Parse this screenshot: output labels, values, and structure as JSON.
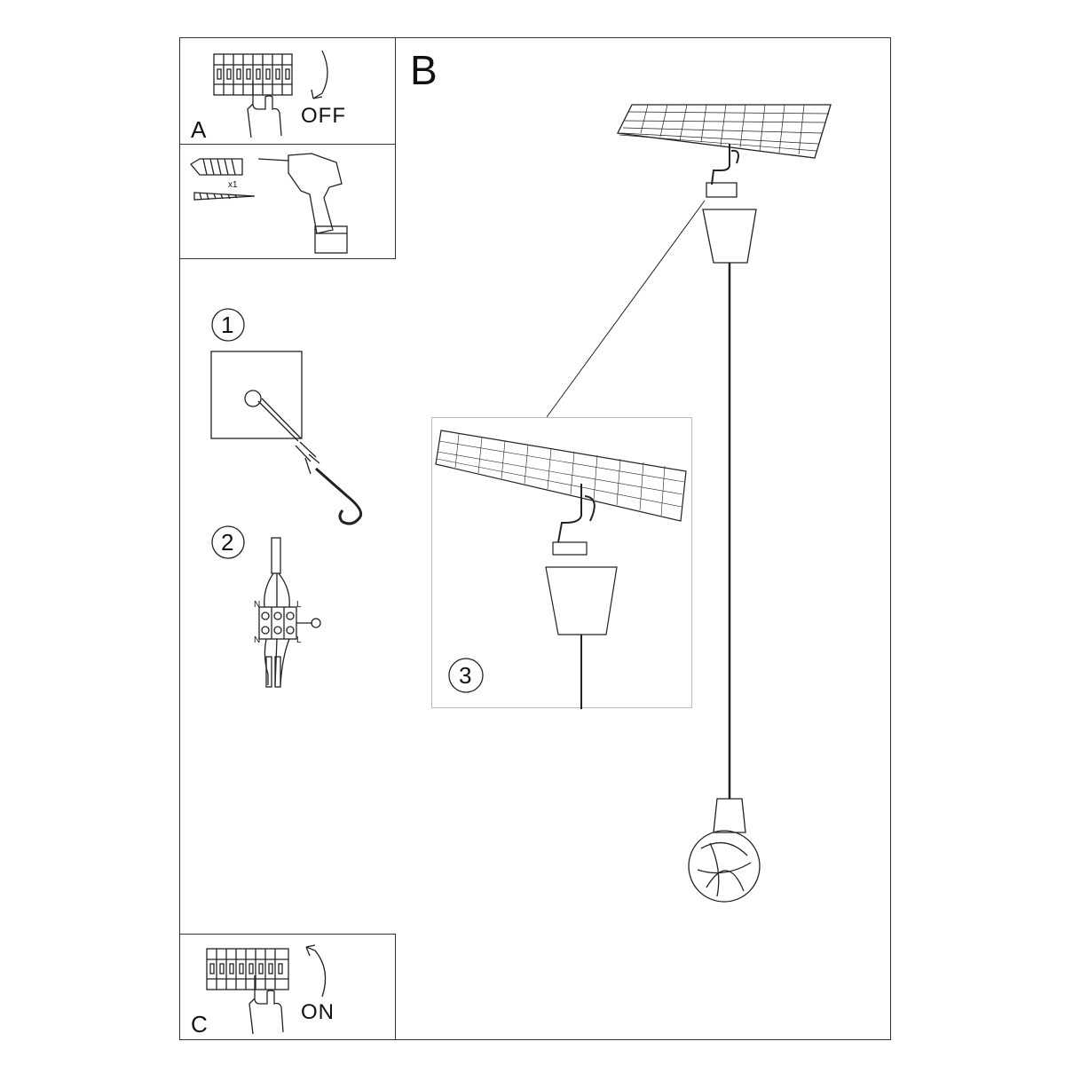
{
  "panels": {
    "a": {
      "letter": "A",
      "action": "OFF"
    },
    "drill": {
      "quantity": "x1"
    },
    "b": {
      "letter": "B"
    },
    "c": {
      "letter": "C",
      "action": "ON"
    }
  },
  "steps": {
    "one": "1",
    "two": "2",
    "three": "3"
  },
  "terminal": {
    "n_top": "N",
    "l_top": "L",
    "n_bottom": "N",
    "l_bottom": "L"
  }
}
